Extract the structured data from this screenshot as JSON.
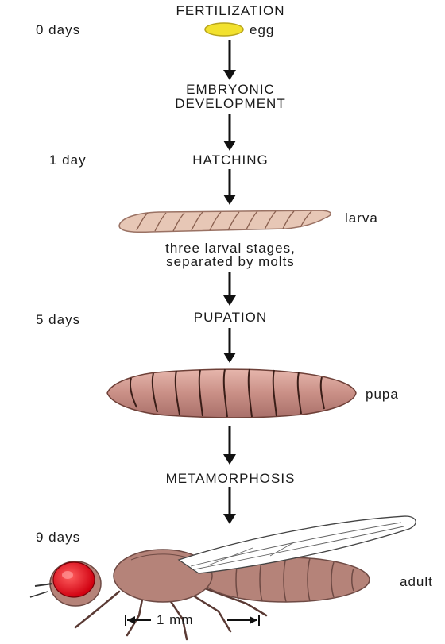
{
  "stages": {
    "fertilization": "FERTILIZATION",
    "embryonic_1": "EMBRYONIC",
    "embryonic_2": "DEVELOPMENT",
    "hatching": "HATCHING",
    "larval_note_1": "three larval stages,",
    "larval_note_2": "separated by molts",
    "pupation": "PUPATION",
    "metamorphosis": "METAMORPHOSIS"
  },
  "times": {
    "t0": "0 days",
    "t1": "1 day",
    "t5": "5 days",
    "t9": "9 days"
  },
  "organisms": {
    "egg": "egg",
    "larva": "larva",
    "pupa": "pupa",
    "adult": "adult"
  },
  "scale_bar": "1 mm",
  "colors": {
    "egg": "#f2e12e",
    "larva": "#e7c7b6",
    "pupa": "#c98f86",
    "fly_body": "#b58379",
    "fly_eye": "#e0141e"
  }
}
